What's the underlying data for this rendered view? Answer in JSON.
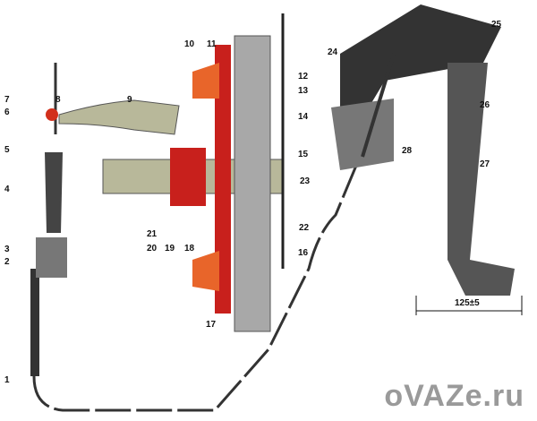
{
  "diagram": {
    "callouts": [
      "1",
      "2",
      "3",
      "4",
      "5",
      "6",
      "7",
      "8",
      "9",
      "10",
      "11",
      "12",
      "13",
      "14",
      "15",
      "16",
      "17",
      "18",
      "19",
      "20",
      "21",
      "22",
      "23",
      "24",
      "25",
      "26",
      "27",
      "28"
    ],
    "dimension_label": "125±5",
    "watermark": "oVAZe.ru"
  },
  "colors": {
    "steel": "#b8b89a",
    "red": "#c8201c",
    "orange": "#e8652a",
    "gray": "#a8a8a8",
    "dark": "#222222",
    "watermark": "#9a9a9a"
  }
}
